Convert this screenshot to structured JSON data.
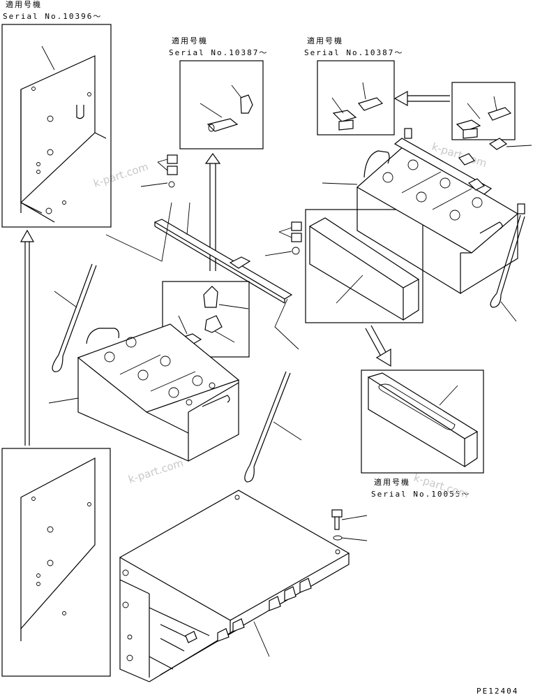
{
  "labels": {
    "topleft_applicable": "適用号機",
    "topleft_serial": "Serial No.10396～",
    "center_applicable": "適用号機",
    "center_serial": "Serial No.10387～",
    "right_applicable": "適用号機",
    "right_serial": "Serial No.10387～",
    "pad_applicable": "適用号機",
    "pad_serial": "Serial No.10055～"
  },
  "watermarks": [
    "k-part.com",
    "k-part.com",
    "k-part.com",
    "k-part.com"
  ],
  "drawing_number": "PE12404"
}
